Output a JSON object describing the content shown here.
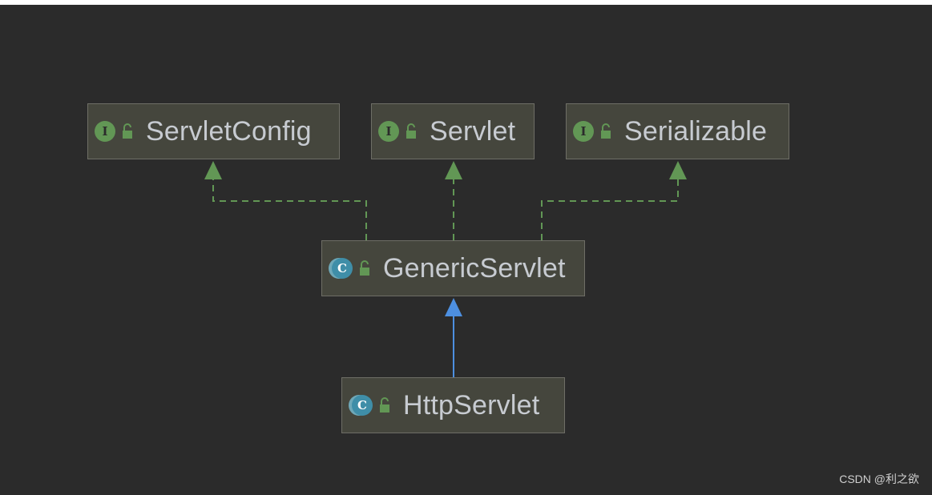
{
  "nodes": [
    {
      "id": "servletconfig",
      "label": "ServletConfig",
      "kind": "interface",
      "badge": "I"
    },
    {
      "id": "servlet",
      "label": "Servlet",
      "kind": "interface",
      "badge": "I"
    },
    {
      "id": "serializable",
      "label": "Serializable",
      "kind": "interface",
      "badge": "I"
    },
    {
      "id": "genericservlet",
      "label": "GenericServlet",
      "kind": "class",
      "badge": "C"
    },
    {
      "id": "httpservlet",
      "label": "HttpServlet",
      "kind": "class",
      "badge": "C"
    }
  ],
  "edges": [
    {
      "from": "genericservlet",
      "to": "servletconfig",
      "type": "implements"
    },
    {
      "from": "genericservlet",
      "to": "servlet",
      "type": "implements"
    },
    {
      "from": "genericservlet",
      "to": "serializable",
      "type": "implements"
    },
    {
      "from": "httpservlet",
      "to": "genericservlet",
      "type": "extends"
    }
  ],
  "colors": {
    "background": "#2b2b2b",
    "node_fill": "#45463d",
    "implements_edge": "#629755",
    "extends_edge": "#4d8fe0",
    "interface_badge": "#629755",
    "class_badge": "#3f8ea8"
  },
  "icons": {
    "interface": "interface-icon",
    "class": "class-icon",
    "visibility": "unlocked-icon"
  },
  "watermark": "CSDN @利之欲"
}
